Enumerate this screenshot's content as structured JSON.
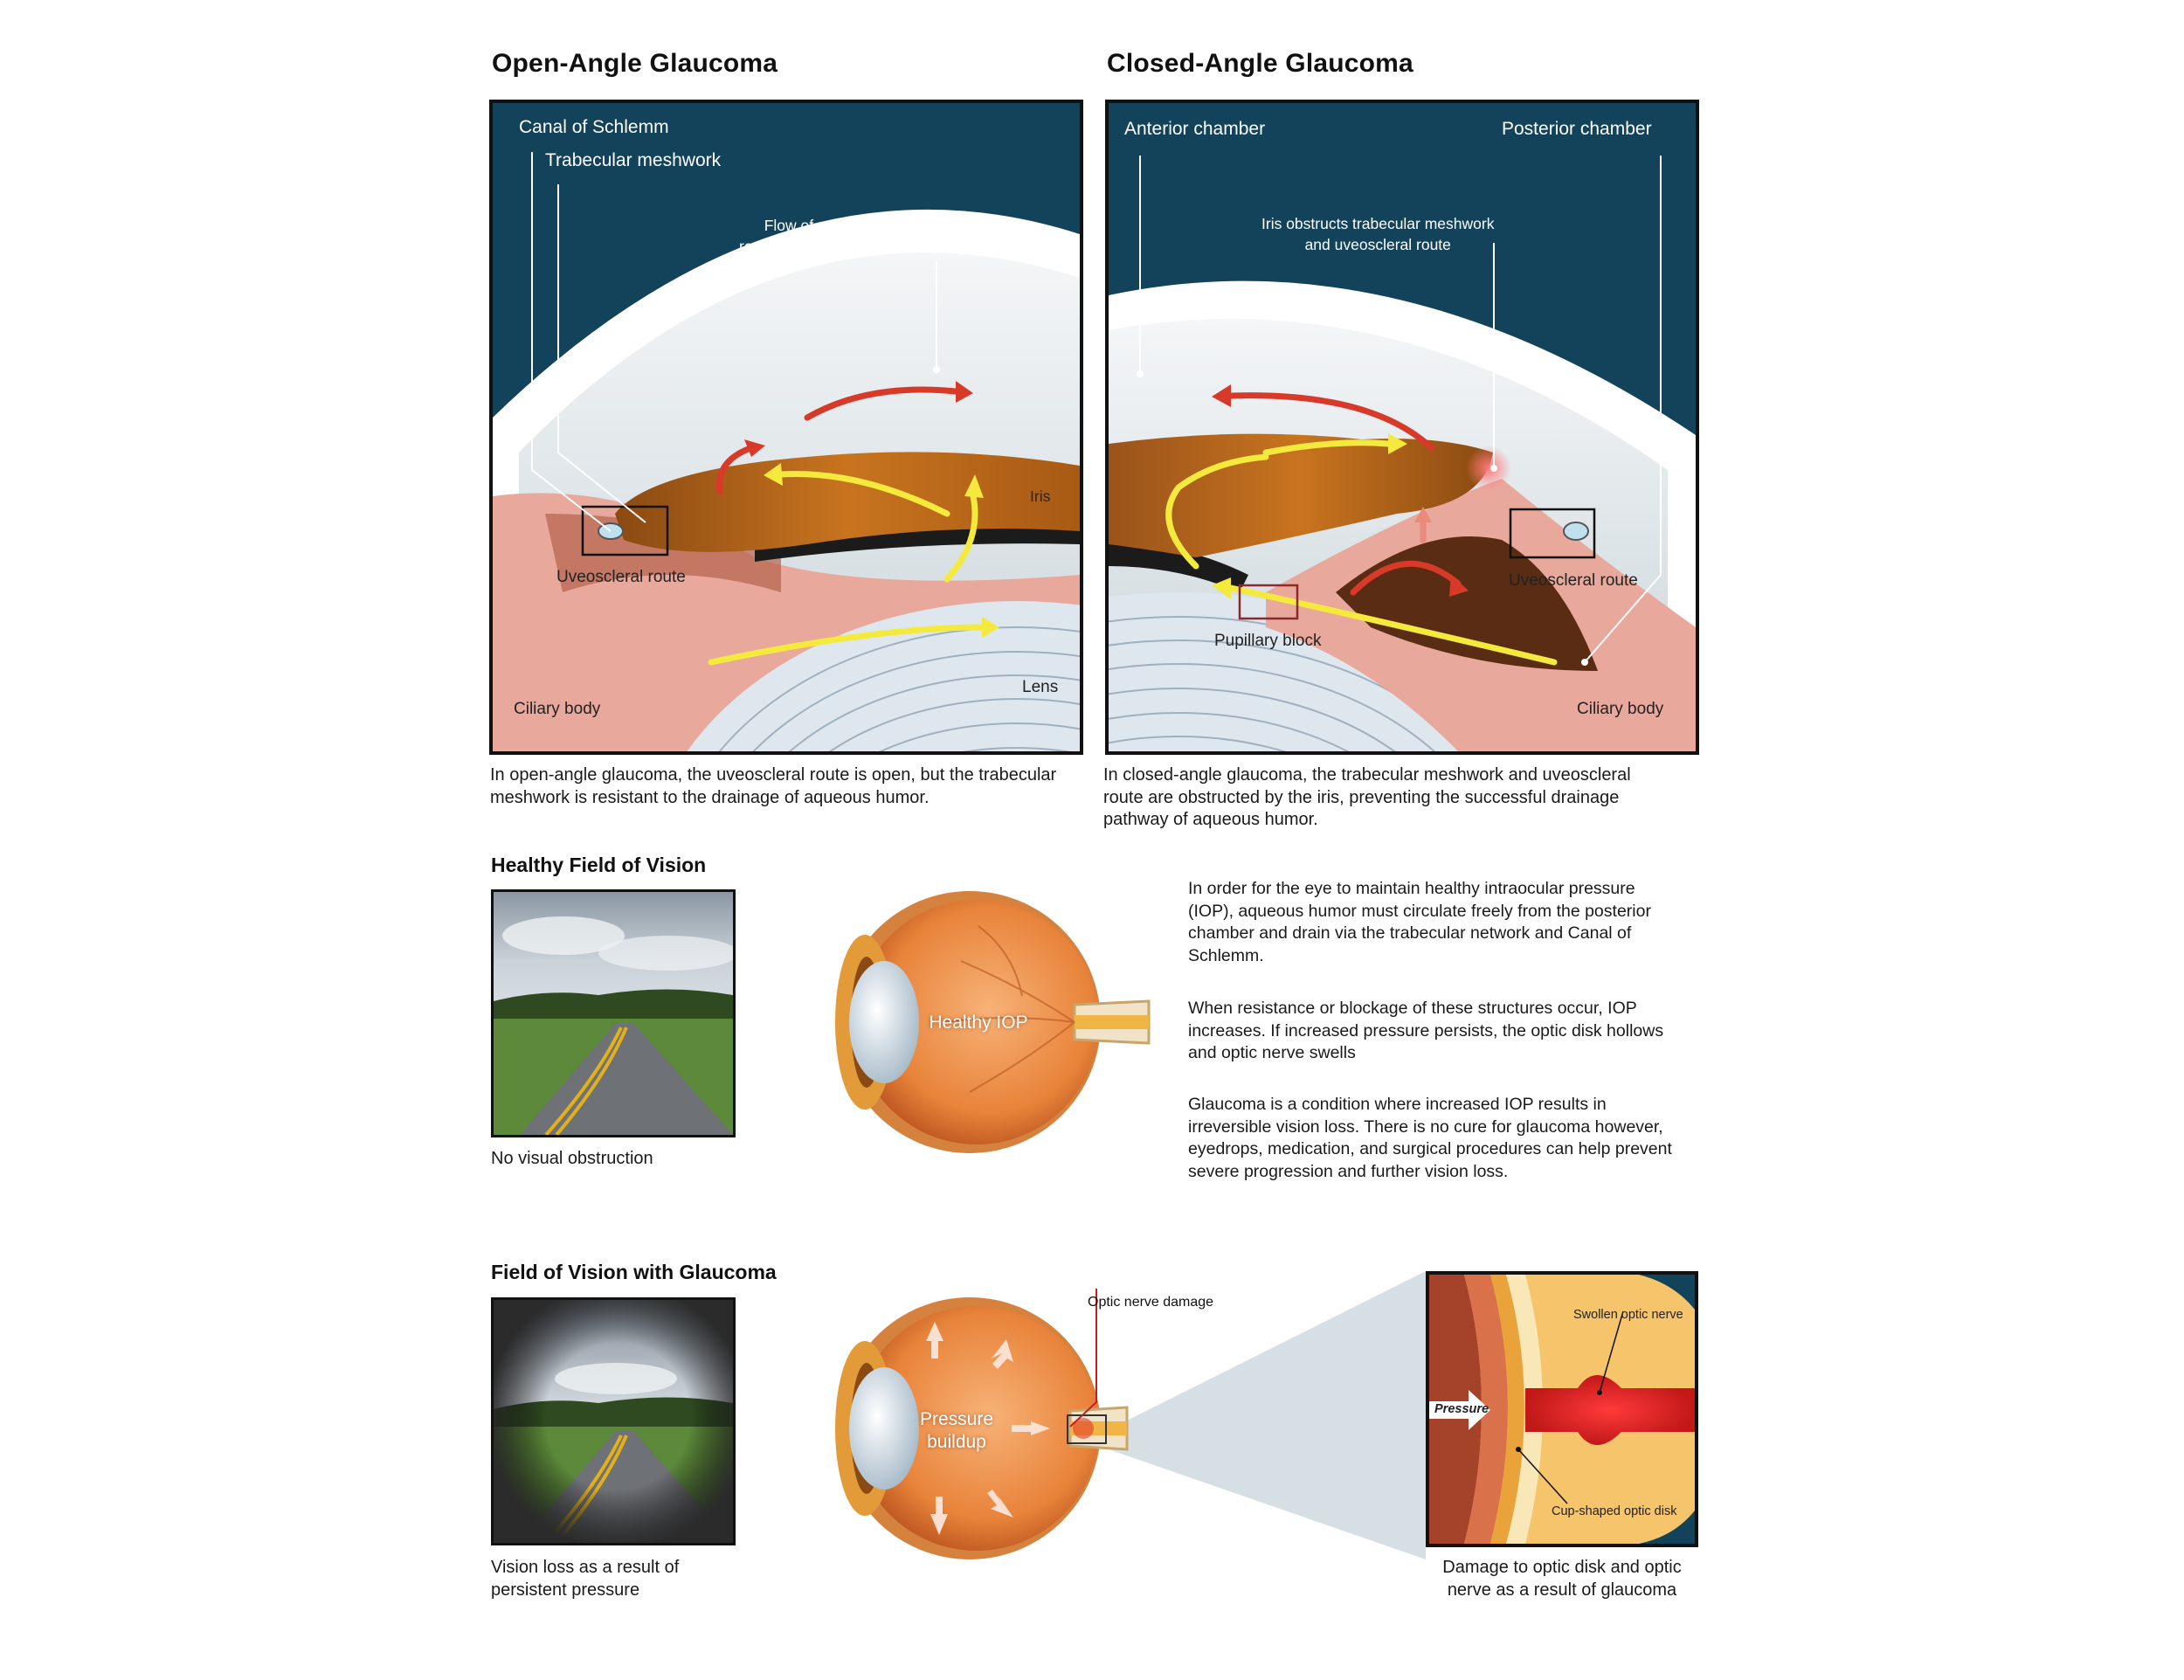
{
  "open_angle": {
    "title": "Open-Angle Glaucoma",
    "labels": {
      "canal": "Canal of Schlemm",
      "trabecular": "Trabecular meshwork",
      "flow": "Flow of aqueous humor\nrecirculates throughout the eye",
      "iris": "Iris",
      "uveoscleral": "Uveoscleral route",
      "ciliary": "Ciliary body",
      "lens": "Lens"
    },
    "caption": "In open-angle glaucoma, the uveoscleral route is open, but the trabecular meshwork is resistant to the drainage of aqueous humor."
  },
  "closed_angle": {
    "title": "Closed-Angle Glaucoma",
    "labels": {
      "anterior": "Anterior chamber",
      "posterior": "Posterior chamber",
      "iris_obstructs": "Iris obstructs trabecular meshwork\nand uveoscleral route",
      "uveoscleral": "Uveoscleral route",
      "pupillary": "Pupillary block",
      "ciliary": "Ciliary body"
    },
    "caption": "In closed-angle glaucoma, the trabecular meshwork and uveoscleral route are obstructed by the iris, preventing the successful drainage pathway of aqueous humor."
  },
  "healthy": {
    "title": "Healthy Field of Vision",
    "photo_caption": "No visual obstruction",
    "eye_label": "Healthy IOP"
  },
  "explanation": [
    "In order for the eye to maintain healthy intraocular pressure (IOP), aqueous humor must circulate freely from the posterior chamber and drain via the trabecular network and Canal of Schlemm.",
    "When resistance or blockage of these structures occur, IOP increases. If increased pressure persists, the optic disk hollows and optic nerve swells",
    "Glaucoma is a condition where increased IOP results in irreversible vision loss. There is no cure for glaucoma however, eyedrops, medication, and surgical procedures can help prevent severe progression and further vision loss."
  ],
  "glaucoma": {
    "title": "Field of Vision with Glaucoma",
    "photo_caption": "Vision loss as a result of persistent pressure",
    "eye_label": "Pressure\nbuildup",
    "optic_damage": "Optic nerve damage",
    "insert": {
      "swollen": "Swollen optic nerve",
      "pressure": "Pressure",
      "cup": "Cup-shaped optic disk",
      "caption": "Damage to optic disk and optic nerve as a result of glaucoma"
    }
  },
  "colors": {
    "panel_bg": "#12435a",
    "cornea": "#dfe6ea",
    "sclera_pink": "#e8a89c",
    "iris_brown": "#b5651d",
    "flow_yellow": "#f4ea3e",
    "flow_red": "#d83a2a",
    "eye_orange": "#e8833a"
  }
}
